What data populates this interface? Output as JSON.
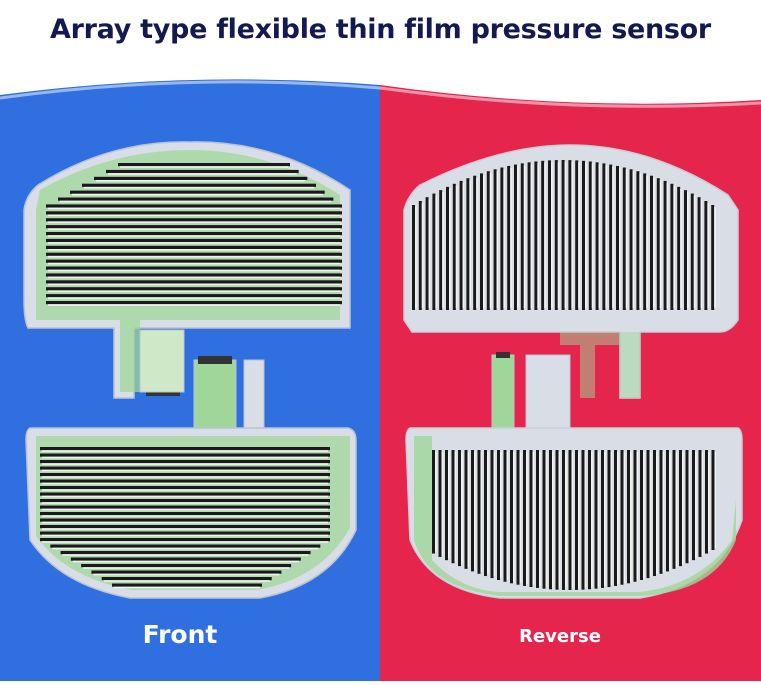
{
  "title": "Array type flexible thin film pressure sensor",
  "panels": {
    "front": {
      "label": "Front",
      "background": "#2f6fe0"
    },
    "reverse": {
      "label": "Reverse",
      "background": "#e6254d"
    }
  },
  "colors": {
    "sheet": "#d9dde6",
    "trace_green": "#9fd79a",
    "electrode_dark": "#1a1a1a",
    "electrode_light": "#f2f2f2",
    "connector": "#333333"
  }
}
